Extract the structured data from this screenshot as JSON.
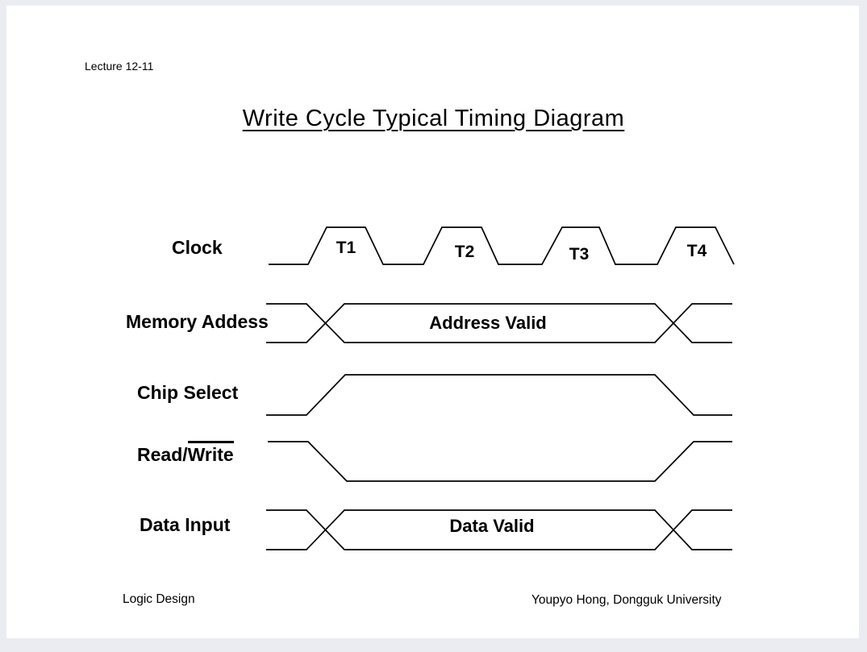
{
  "page": {
    "lecture_label": "Lecture 12-11",
    "title": "Write Cycle Typical Timing Diagram",
    "footer_left": "Logic Design",
    "footer_right": "Youpyo Hong, Dongguk University"
  },
  "colors": {
    "canvas_background": "#eaecf2",
    "slide_background": "#ffffff",
    "line": "#000000",
    "text": "#000000"
  },
  "diagram": {
    "clock": {
      "label": "Clock",
      "type": "clock-waveform",
      "cycle_labels": [
        "T1",
        "T2",
        "T3",
        "T4"
      ]
    },
    "memory_address": {
      "label": "Memory Addess",
      "type": "bus-waveform",
      "annotation": "Address Valid",
      "shape": "crossover at T1 rise, valid window, crossover near T4"
    },
    "chip_select": {
      "label": "Chip Select",
      "type": "level-waveform",
      "shape": "low, rise at T1, high through cycle, fall near T4, low"
    },
    "read_write": {
      "label_prefix": "Read/",
      "label_overlined": "Write",
      "type": "level-waveform",
      "shape": "high, fall at T1, low through cycle, rise near T4, high"
    },
    "data_input": {
      "label": "Data Input",
      "type": "bus-waveform",
      "annotation": "Data Valid",
      "shape": "crossover at T1 rise, valid window, crossover near T4"
    }
  }
}
